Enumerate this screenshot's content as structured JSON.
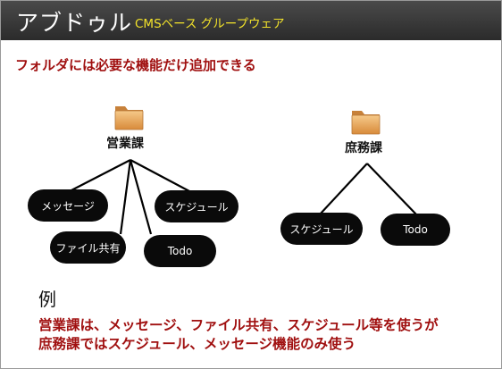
{
  "header": {
    "title": "アブドゥル",
    "subtitle": "CMSベース グループウェア"
  },
  "headline": "フォルダには必要な機能だけ追加できる",
  "groups": [
    {
      "label": "営業課",
      "icon": "folder-icon",
      "items": [
        "メッセージ",
        "ファイル共有",
        "Todo",
        "スケジュール"
      ]
    },
    {
      "label": "庶務課",
      "icon": "folder-icon",
      "items": [
        "スケジュール",
        "Todo"
      ]
    }
  ],
  "example": {
    "label": "例",
    "lines": [
      "営業課は、メッセージ、ファイル共有、スケジュール等を使うが",
      "庶務課ではスケジュール、メッセージ機能のみ使う"
    ]
  },
  "colors": {
    "header_bg": "#333333",
    "header_subtitle": "#f2e22a",
    "accent_text": "#a01010",
    "pill_bg": "#0a0a0a",
    "folder": "#e0a05a"
  }
}
